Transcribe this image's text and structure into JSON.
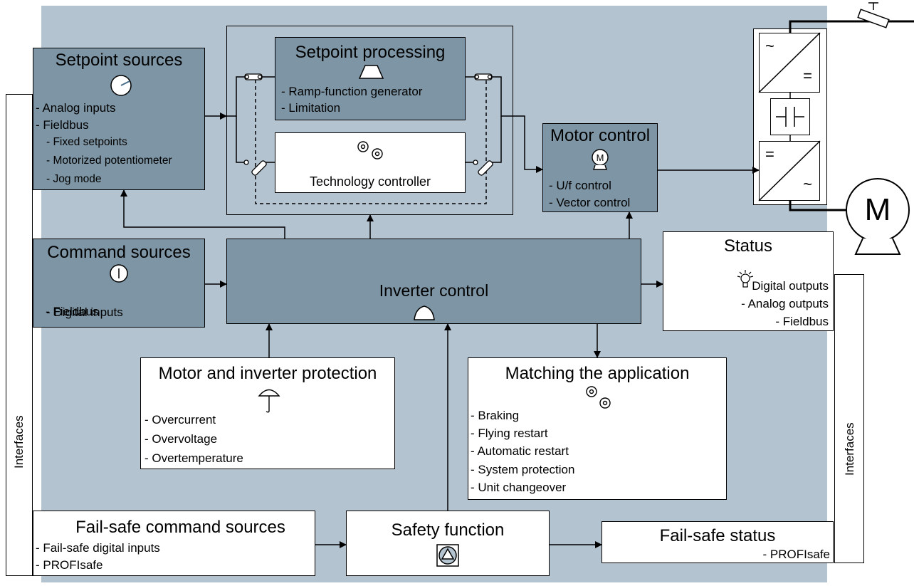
{
  "setpoint_sources": {
    "title": "Setpoint sources",
    "items": [
      "- Analog inputs",
      "- Fieldbus"
    ],
    "sub_items": [
      "- Fixed setpoints",
      "- Motorized potentiometer",
      "- Jog mode"
    ]
  },
  "setpoint_processing": {
    "title": "Setpoint processing",
    "items": [
      "- Ramp-function generator",
      "- Limitation"
    ]
  },
  "technology_controller": {
    "title": "Technology controller"
  },
  "motor_control": {
    "title": "Motor control",
    "items": [
      "- U/f control",
      "- Vector control"
    ]
  },
  "command_sources": {
    "title": "Command sources",
    "items": [
      "- Digital inputs",
      "- Fieldbus"
    ]
  },
  "inverter_control": {
    "title": "Inverter control"
  },
  "status": {
    "title": "Status",
    "items": [
      "- Digital outputs",
      "- Analog outputs",
      "- Fieldbus"
    ]
  },
  "protection": {
    "title": "Motor and inverter protection",
    "items": [
      "- Overcurrent",
      "- Overvoltage",
      "- Overtemperature"
    ]
  },
  "matching": {
    "title": "Matching the application",
    "items": [
      "- Braking",
      "- Flying restart",
      "- Automatic restart",
      "- System protection",
      "- Unit changeover"
    ]
  },
  "fail_safe_command": {
    "title": "Fail-safe command sources",
    "items": [
      "- Fail-safe digital inputs",
      "- PROFIsafe"
    ]
  },
  "safety_function": {
    "title": "Safety function"
  },
  "fail_safe_status": {
    "title": "Fail-safe status",
    "items": [
      "- PROFIsafe"
    ]
  },
  "interfaces_left": "Interfaces",
  "interfaces_right": "Interfaces",
  "power_unit": {
    "rectifier_symbol": "~",
    "dc_symbol": "=",
    "motor_label": "M"
  },
  "colors": {
    "panel": "#b4c3d0",
    "dark_box": "#7d95a4",
    "white_box": "#ffffff"
  }
}
